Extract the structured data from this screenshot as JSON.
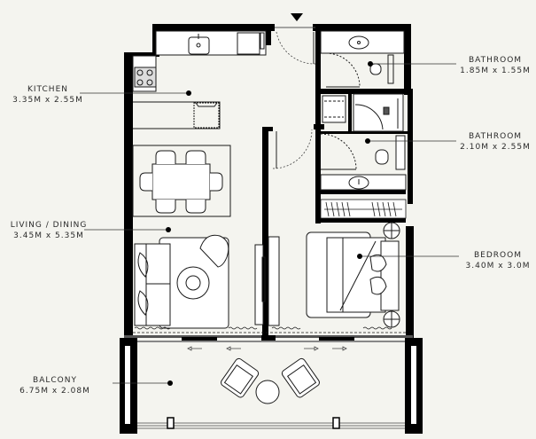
{
  "colors": {
    "background": "#f4f4ef",
    "wall": "#000000",
    "line": "#1a1a1a",
    "floor": "#f4f4ef",
    "furniture": "#ffffff"
  },
  "entrance_marker": "entrance-triangle",
  "rooms": [
    {
      "id": "kitchen",
      "name": "KITCHEN",
      "dimensions": "3.35M x 2.55M",
      "side": "left"
    },
    {
      "id": "living",
      "name": "LIVING / DINING",
      "dimensions": "3.45M x 5.35M",
      "side": "left"
    },
    {
      "id": "balcony",
      "name": "BALCONY",
      "dimensions": "6.75M x 2.08M",
      "side": "left"
    },
    {
      "id": "bath1",
      "name": "BATHROOM",
      "dimensions": "1.85M x 1.55M",
      "side": "right"
    },
    {
      "id": "bath2",
      "name": "BATHROOM",
      "dimensions": "2.10M x 2.55M",
      "side": "right"
    },
    {
      "id": "bedroom",
      "name": "BEDROOM",
      "dimensions": "3.40M x 3.0M",
      "side": "right"
    }
  ]
}
